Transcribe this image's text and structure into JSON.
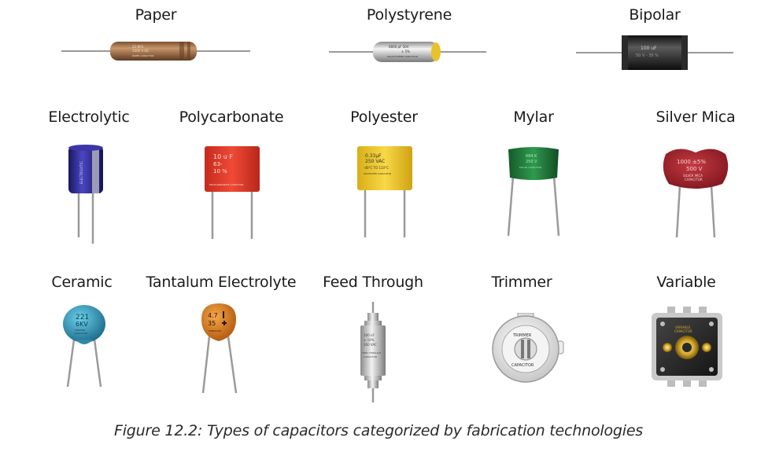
{
  "capacitors": [
    {
      "name": "Paper",
      "marking": [
        "22 NFS",
        "1000 V DC",
        "PAPER CAPACITOR"
      ]
    },
    {
      "name": "Polystyrene",
      "marking": [
        "6800 pF  50V",
        "± 5%",
        "POLYSTYRENE CAPACITOR"
      ]
    },
    {
      "name": "Bipolar",
      "marking": [
        "100 uF",
        "50 V - 35 %"
      ]
    },
    {
      "name": "Electrolytic",
      "marking": [
        "ELECTROLYTIC"
      ]
    },
    {
      "name": "Polycarbonate",
      "marking": [
        "10 u F",
        "63-",
        "10 %",
        "POLYCARBONATE CAPACITOR"
      ]
    },
    {
      "name": "Polyester",
      "marking": [
        "0.33µF",
        "250 VAC",
        "-40°C TO 110°C",
        "POLYESTER CAPACITOR"
      ]
    },
    {
      "name": "Mylar",
      "marking": [
        "684 K",
        "250 V",
        "MYLAR CAPACITOR"
      ]
    },
    {
      "name": "Silver Mica",
      "marking": [
        "1000 ±5%",
        "500 V",
        "SILVER MICA",
        "CAPACITOR"
      ]
    },
    {
      "name": "Ceramic",
      "marking": [
        "221",
        "6KV",
        "CERAMIC",
        "CAPACITOR"
      ]
    },
    {
      "name": "Tantalum Electrolyte",
      "marking": [
        "4.7",
        "35",
        "TANTALUM"
      ]
    },
    {
      "name": "Feed Through",
      "marking": [
        "100 nF",
        "± 10%",
        "300 VAC",
        "FEED THROUGH",
        "CAPACITOR"
      ]
    },
    {
      "name": "Trimmer",
      "marking": [
        "TRIMMER",
        "CAPACITOR"
      ]
    },
    {
      "name": "Variable",
      "marking": [
        "VARIABLE",
        "CAPACITOR"
      ]
    }
  ],
  "caption": "Figure 12.2: Types of capacitors categorized by fabrication technologies",
  "colors": {
    "paper": "#a0714a",
    "polystyrene": "#c9c9c9",
    "bipolar": "#1c1c1c",
    "electrolytic": "#2d2a8a",
    "polycarbonate": "#e03a2a",
    "polyester": "#f2cc2a",
    "mylar": "#1f7a3a",
    "silver_mica": "#a8262e",
    "ceramic": "#3fa9c9",
    "tantalum": "#e0801f",
    "feed_through": "#cfcfcf",
    "trimmer": "#e6e6e6",
    "variable": "#2a2a2a",
    "lead": "#9a9a9a"
  }
}
